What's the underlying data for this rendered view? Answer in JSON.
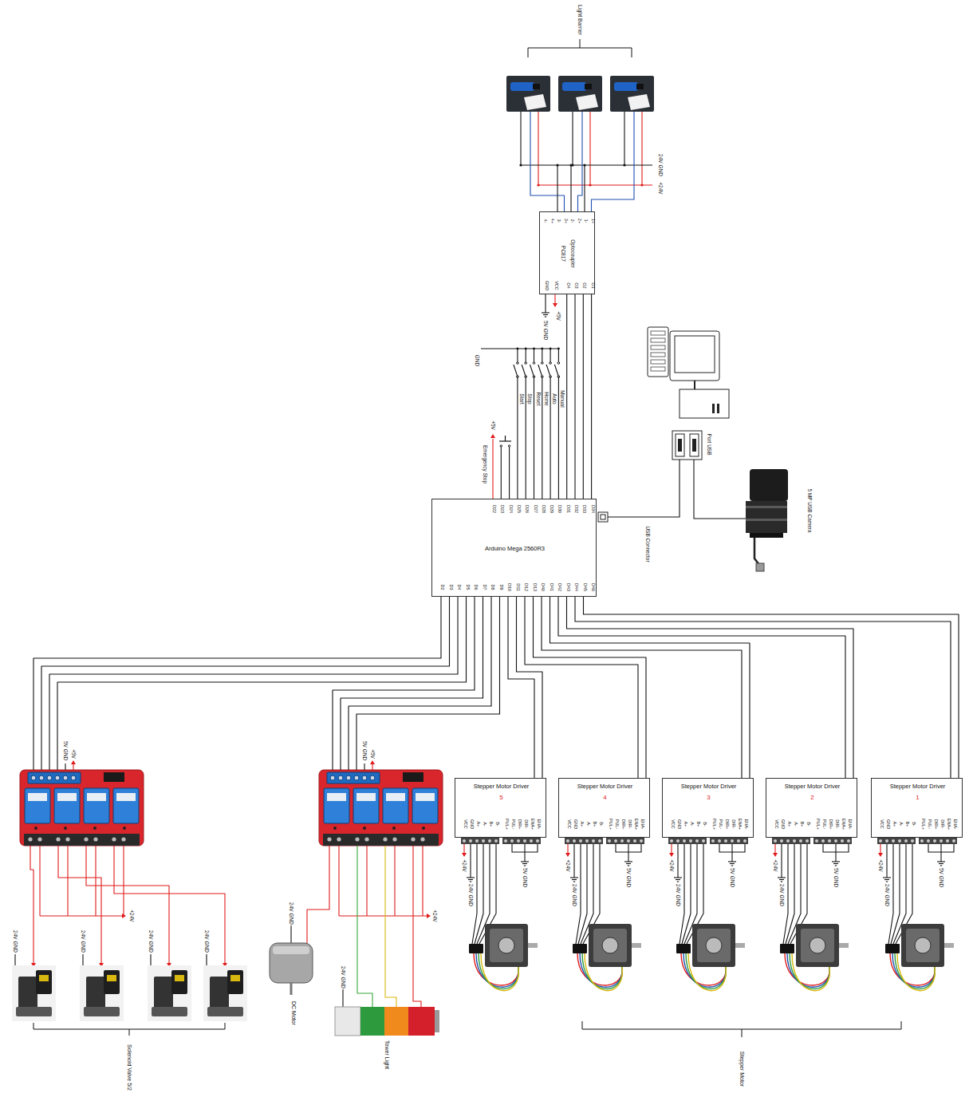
{
  "diagram": {
    "nodes": [
      {
        "text": [
          "PC817",
          "Optocoupler",
          "4-",
          "4+",
          "3-",
          "3+",
          "2-",
          "2+",
          "1-",
          "1+",
          "GND",
          "VCC",
          "O4",
          "O3",
          "O2",
          "O1"
        ]
      },
      {
        "text": [
          "Arduino Mega 2560R3",
          "D22",
          "D23",
          "D24",
          "D25",
          "D26",
          "D27",
          "D28",
          "D29",
          "D30",
          "D31",
          "D32",
          "D33",
          "D34",
          "D2",
          "D3",
          "D4",
          "D5",
          "D6",
          "D7",
          "D8",
          "D9",
          "D10",
          "D11",
          "D12",
          "D13",
          "D40",
          "D41",
          "D42",
          "D43",
          "D44",
          "D45",
          "D46"
        ]
      },
      {
        "text": [
          "Stepper Motor Driver",
          "5",
          "VCC",
          "GND",
          "A+",
          "A-",
          "B+",
          "B-",
          "PUL+",
          "PUL-",
          "DIR+",
          "DIR-",
          "ENA+",
          "ENA-"
        ]
      },
      {
        "text": [
          "Stepper Motor Driver",
          "4",
          "VCC",
          "GND",
          "A+",
          "A-",
          "B+",
          "B-",
          "PUL+",
          "PUL-",
          "DIR+",
          "DIR-",
          "ENA+",
          "ENA-"
        ]
      },
      {
        "text": [
          "Stepper Motor Driver",
          "3",
          "VCC",
          "GND",
          "A+",
          "A-",
          "B+",
          "B-",
          "PUL+",
          "PUL-",
          "DIR+",
          "DIR-",
          "ENA+",
          "ENA-"
        ]
      },
      {
        "text": [
          "Stepper Motor Driver",
          "2",
          "VCC",
          "GND",
          "A+",
          "A-",
          "B+",
          "B-",
          "PUL+",
          "PUL-",
          "DIR+",
          "DIR-",
          "ENA+",
          "ENA-"
        ]
      },
      {
        "text": [
          "Stepper Motor Driver",
          "1",
          "VCC",
          "GND",
          "A+",
          "A-",
          "B+",
          "B-",
          "PUL+",
          "PUL-",
          "DIR+",
          "DIR-",
          "ENA+",
          "ENA-"
        ]
      }
    ],
    "edges": [
      {
        "from": 0,
        "to": 1,
        "arrow": "none"
      },
      {
        "from": 1,
        "to": 2,
        "arrow": "none"
      },
      {
        "from": 1,
        "to": 3,
        "arrow": "none"
      },
      {
        "from": 1,
        "to": 4,
        "arrow": "none"
      },
      {
        "from": 1,
        "to": 5,
        "arrow": "none"
      },
      {
        "from": 1,
        "to": 6,
        "arrow": "none"
      }
    ],
    "labels": [
      "Light Barrier",
      "24V GND",
      "+24V",
      "+5V",
      "5V GND",
      "GND",
      "Start",
      "Stop",
      "Reset",
      "Home",
      "Auto",
      "Manual",
      "Emergency Stop",
      "+5V",
      "USB Connector",
      "Port USB",
      "5 MP USB Camera",
      "5V GND",
      "+5V",
      "5V GND",
      "+5V",
      "+24V",
      "+24V",
      "24V GND",
      "24V GND",
      "24V GND",
      "24V GND",
      "24V GND",
      "24V GND",
      "Solenoid Valve 5/2",
      "DC Motor",
      "Tower Light",
      "+24V",
      "24V GND",
      "5V GND",
      "+24V",
      "24V GND",
      "5V GND",
      "+24V",
      "24V GND",
      "5V GND",
      "+24V",
      "24V GND",
      "5V GND",
      "+24V",
      "24V GND",
      "5V GND",
      "Stepper Motor"
    ]
  }
}
